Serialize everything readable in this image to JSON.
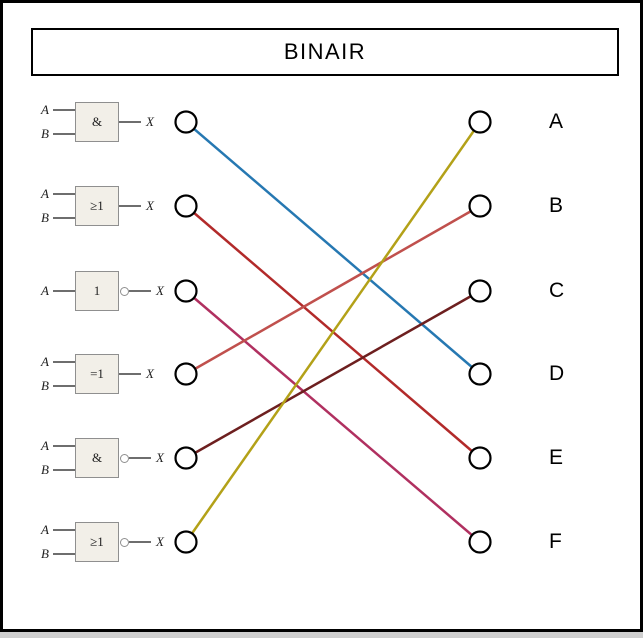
{
  "title": "BINAIR",
  "gates": [
    {
      "id": "and",
      "symbol": "&",
      "inputs": [
        "A",
        "B"
      ],
      "output": "X",
      "bubble": false
    },
    {
      "id": "or",
      "symbol": "≥1",
      "inputs": [
        "A",
        "B"
      ],
      "output": "X",
      "bubble": false
    },
    {
      "id": "not",
      "symbol": "1",
      "inputs": [
        "A"
      ],
      "output": "X",
      "bubble": true
    },
    {
      "id": "xor",
      "symbol": "=1",
      "inputs": [
        "A",
        "B"
      ],
      "output": "X",
      "bubble": false
    },
    {
      "id": "nand",
      "symbol": "&",
      "inputs": [
        "A",
        "B"
      ],
      "output": "X",
      "bubble": true
    },
    {
      "id": "nor",
      "symbol": "≥1",
      "inputs": [
        "A",
        "B"
      ],
      "output": "X",
      "bubble": true
    }
  ],
  "answers": [
    "A",
    "B",
    "C",
    "D",
    "E",
    "F"
  ],
  "connections": [
    {
      "gate": "and",
      "answer": "D",
      "from": 0,
      "to": 3,
      "color": "#2678b2"
    },
    {
      "gate": "or",
      "answer": "E",
      "from": 1,
      "to": 4,
      "color": "#b22a2a"
    },
    {
      "gate": "not",
      "answer": "F",
      "from": 2,
      "to": 5,
      "color": "#b03060"
    },
    {
      "gate": "xor",
      "answer": "B",
      "from": 3,
      "to": 1,
      "color": "#c0504d"
    },
    {
      "gate": "nand",
      "answer": "C",
      "from": 4,
      "to": 2,
      "color": "#6d1f1f"
    },
    {
      "gate": "nor",
      "answer": "A",
      "from": 5,
      "to": 0,
      "color": "#b3a118"
    }
  ]
}
